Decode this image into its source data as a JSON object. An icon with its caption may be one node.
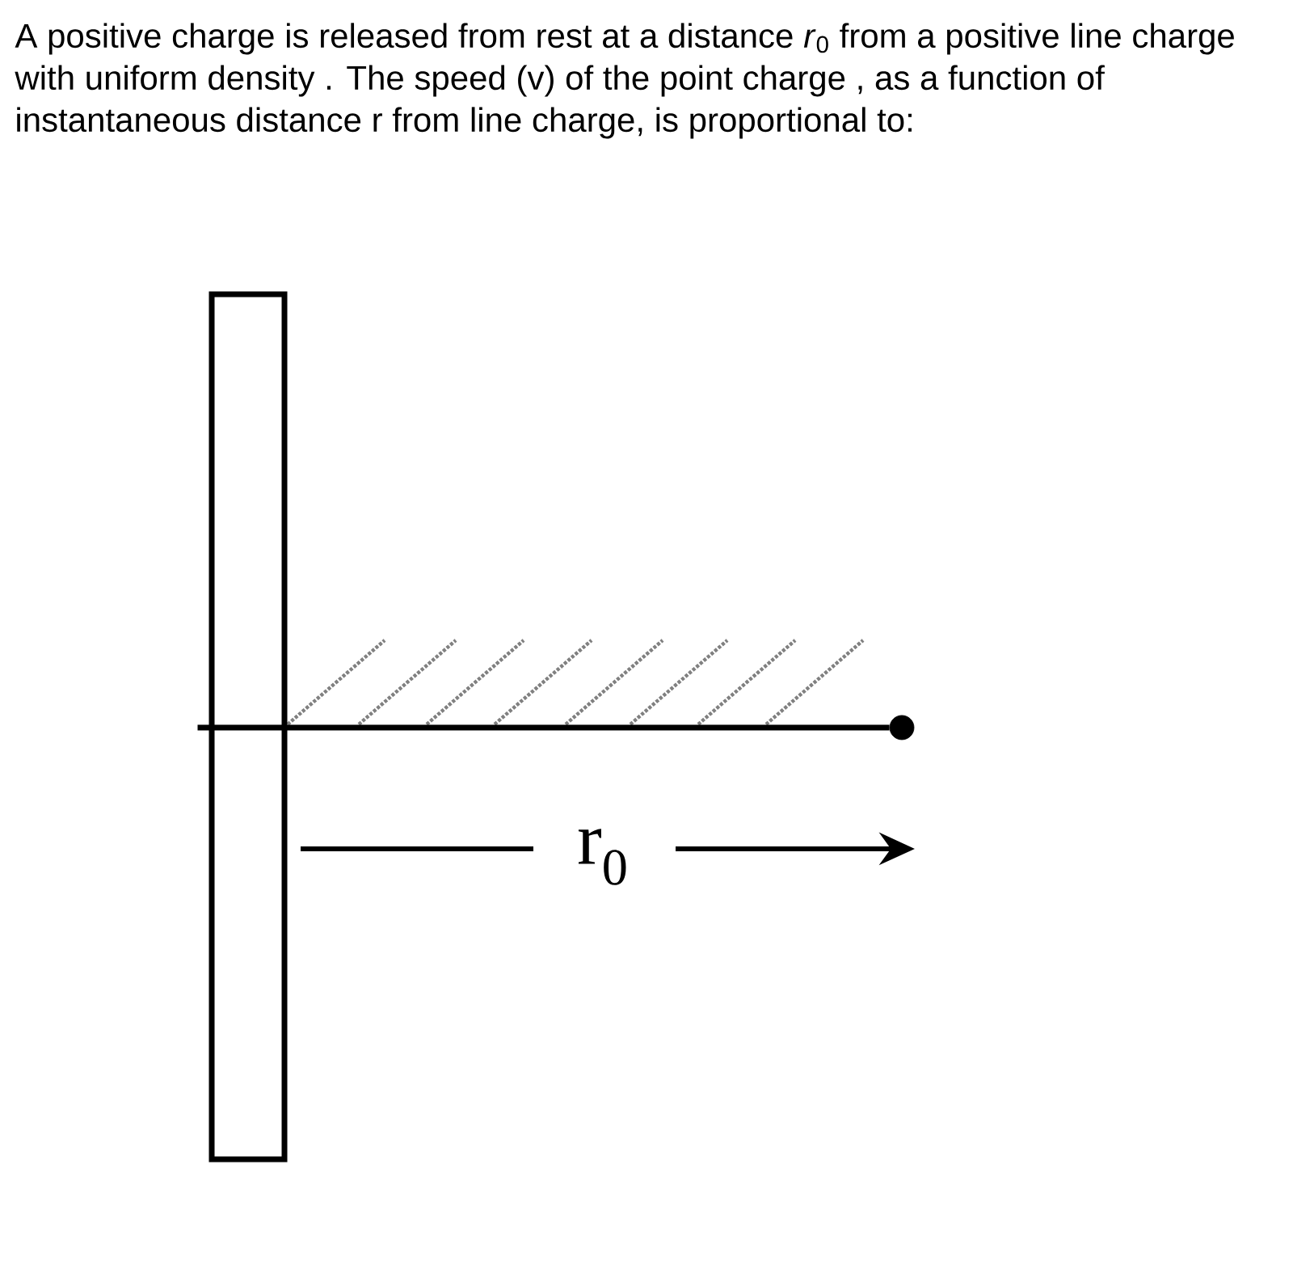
{
  "diagram": {
    "title": "A positive charge is released from rest at a distance *r*$_{0}$ from a positive line charge with uniform density . The speed (v) of the point charge , as a function of instantaneous distance r from line charge, is proportional to:",
    "nodes": [
      {
        "text": [],
        "shape": "bar"
      },
      {
        "text": [],
        "shape": "circle"
      }
    ],
    "edges": [
      {
        "from": 0,
        "to": 1,
        "arrow": "none"
      }
    ],
    "labels": [
      "r$_{0}$"
    ]
  }
}
